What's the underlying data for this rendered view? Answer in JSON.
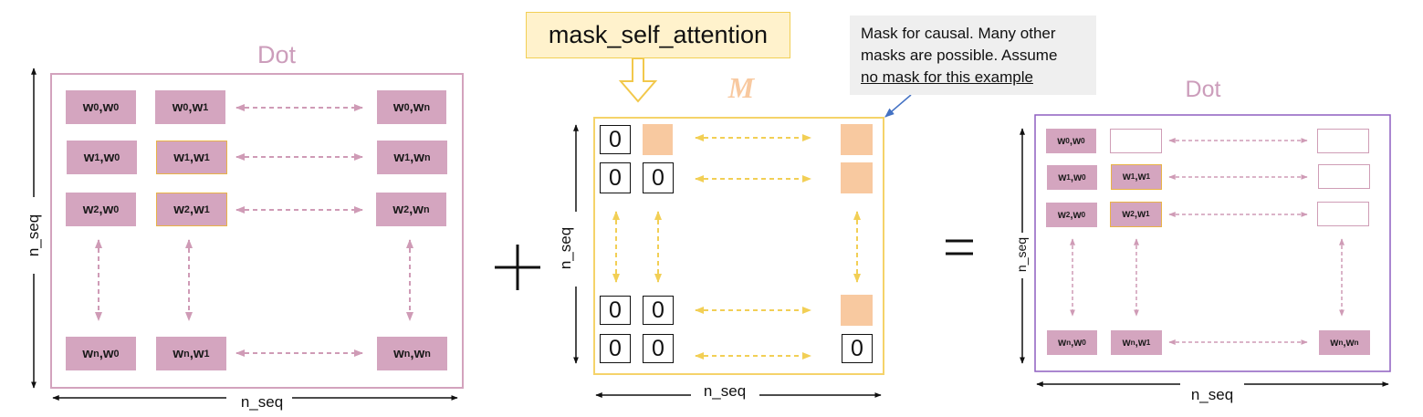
{
  "left_panel": {
    "title": "Dot",
    "x_label": "n_seq",
    "y_label": "n_seq",
    "cells": [
      {
        "a": "0",
        "b": "0"
      },
      {
        "a": "0",
        "b": "1"
      },
      {
        "a": "0",
        "b": "n"
      },
      {
        "a": "1",
        "b": "0"
      },
      {
        "a": "1",
        "b": "1"
      },
      {
        "a": "1",
        "b": "n"
      },
      {
        "a": "2",
        "b": "0"
      },
      {
        "a": "2",
        "b": "1"
      },
      {
        "a": "2",
        "b": "n"
      },
      {
        "a": "n",
        "b": "0"
      },
      {
        "a": "n",
        "b": "1"
      },
      {
        "a": "n",
        "b": "n"
      }
    ]
  },
  "plus_sign": "+",
  "mask_function": "mask_self_attention",
  "mask_panel": {
    "title": "M",
    "x_label": "n_seq",
    "y_label": "n_seq",
    "zero": "0"
  },
  "callout": {
    "line1": "Mask for causal. Many other",
    "line2": "masks are possible. Assume",
    "line3": "no mask for this example"
  },
  "equals_sign": "=",
  "right_panel": {
    "title": "Dot",
    "x_label": "n_seq",
    "y_label": "n_seq",
    "cells": [
      {
        "a": "0",
        "b": "0"
      },
      {
        "a": "1",
        "b": "0"
      },
      {
        "a": "1",
        "b": "1"
      },
      {
        "a": "2",
        "b": "0"
      },
      {
        "a": "2",
        "b": "1"
      },
      {
        "a": "n",
        "b": "0"
      },
      {
        "a": "n",
        "b": "1"
      },
      {
        "a": "n",
        "b": "n"
      }
    ]
  },
  "colors": {
    "dot_border": "#d3a3bd",
    "cell_fill": "#d4a5bf",
    "highlight_border": "#e9b347",
    "mask_border": "#f5d36a",
    "mask_fill": "#f8c9a0",
    "function_box": "#fff2cc",
    "right_border": "#8e5fc0",
    "callout_bg": "#efefef"
  }
}
